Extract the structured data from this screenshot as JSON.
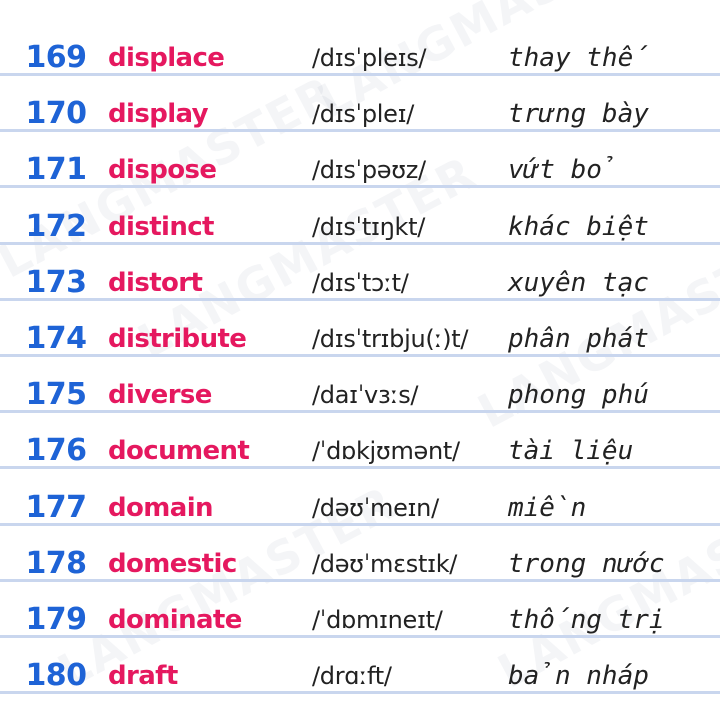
{
  "watermark": "LANGMASTER",
  "rows": [
    {
      "number": "169",
      "word": "displace",
      "ipa": "/dɪsˈpleɪs/",
      "meaning": "thay thế"
    },
    {
      "number": "170",
      "word": "display",
      "ipa": "/dɪsˈpleɪ/",
      "meaning": "trưng bày"
    },
    {
      "number": "171",
      "word": "dispose",
      "ipa": "/dɪsˈpəʊz/",
      "meaning": "vứt bỏ"
    },
    {
      "number": "172",
      "word": "distinct",
      "ipa": "/dɪsˈtɪŋkt/",
      "meaning": "khác biệt"
    },
    {
      "number": "173",
      "word": "distort",
      "ipa": "/dɪsˈtɔːt/",
      "meaning": "xuyên tạc"
    },
    {
      "number": "174",
      "word": "distribute",
      "ipa": "/dɪsˈtrɪbju(ː)t/",
      "meaning": "phân phát"
    },
    {
      "number": "175",
      "word": "diverse",
      "ipa": "/daɪˈvɜːs/",
      "meaning": "phong phú"
    },
    {
      "number": "176",
      "word": "document",
      "ipa": "/ˈdɒkjʊmənt/",
      "meaning": "tài liệu"
    },
    {
      "number": "177",
      "word": "domain",
      "ipa": "/dəʊˈmeɪn/",
      "meaning": "miền"
    },
    {
      "number": "178",
      "word": "domestic",
      "ipa": "/dəʊˈmɛstɪk/",
      "meaning": "trong nước"
    },
    {
      "number": "179",
      "word": "dominate",
      "ipa": "/ˈdɒmɪneɪt/",
      "meaning": "thống trị"
    },
    {
      "number": "180",
      "word": "draft",
      "ipa": "/drɑːft/",
      "meaning": "bản nháp"
    }
  ]
}
